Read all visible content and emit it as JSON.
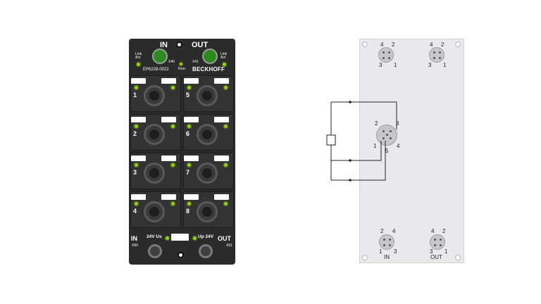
{
  "device": {
    "in_label": "IN",
    "out_label": "OUT",
    "link_act_left": "Link\nAct",
    "link_act_right": "Link\nAct",
    "x40": "X40",
    "x41": "X41",
    "model": "EP6228-0022",
    "run": "Run",
    "brand": "BECKHOFF",
    "ports": [
      "1",
      "2",
      "3",
      "4",
      "5",
      "6",
      "7",
      "8"
    ],
    "bottom_left_power": "24V Us",
    "bottom_right_power": "Up 24V",
    "x60": "X60",
    "x61": "X61",
    "led_color": "#8fd100"
  },
  "diagram": {
    "top_left_pins": [
      "4",
      "2",
      "3",
      "1"
    ],
    "top_right_pins": [
      "4",
      "2",
      "3",
      "1"
    ],
    "center_pins": [
      "2",
      "3",
      "1",
      "4",
      "5"
    ],
    "bottom_left_pins": [
      "2",
      "4",
      "1",
      "3"
    ],
    "bottom_right_pins": [
      "4",
      "2",
      "3",
      "1"
    ],
    "bottom_left_label": "IN",
    "bottom_right_label": "OUT"
  }
}
